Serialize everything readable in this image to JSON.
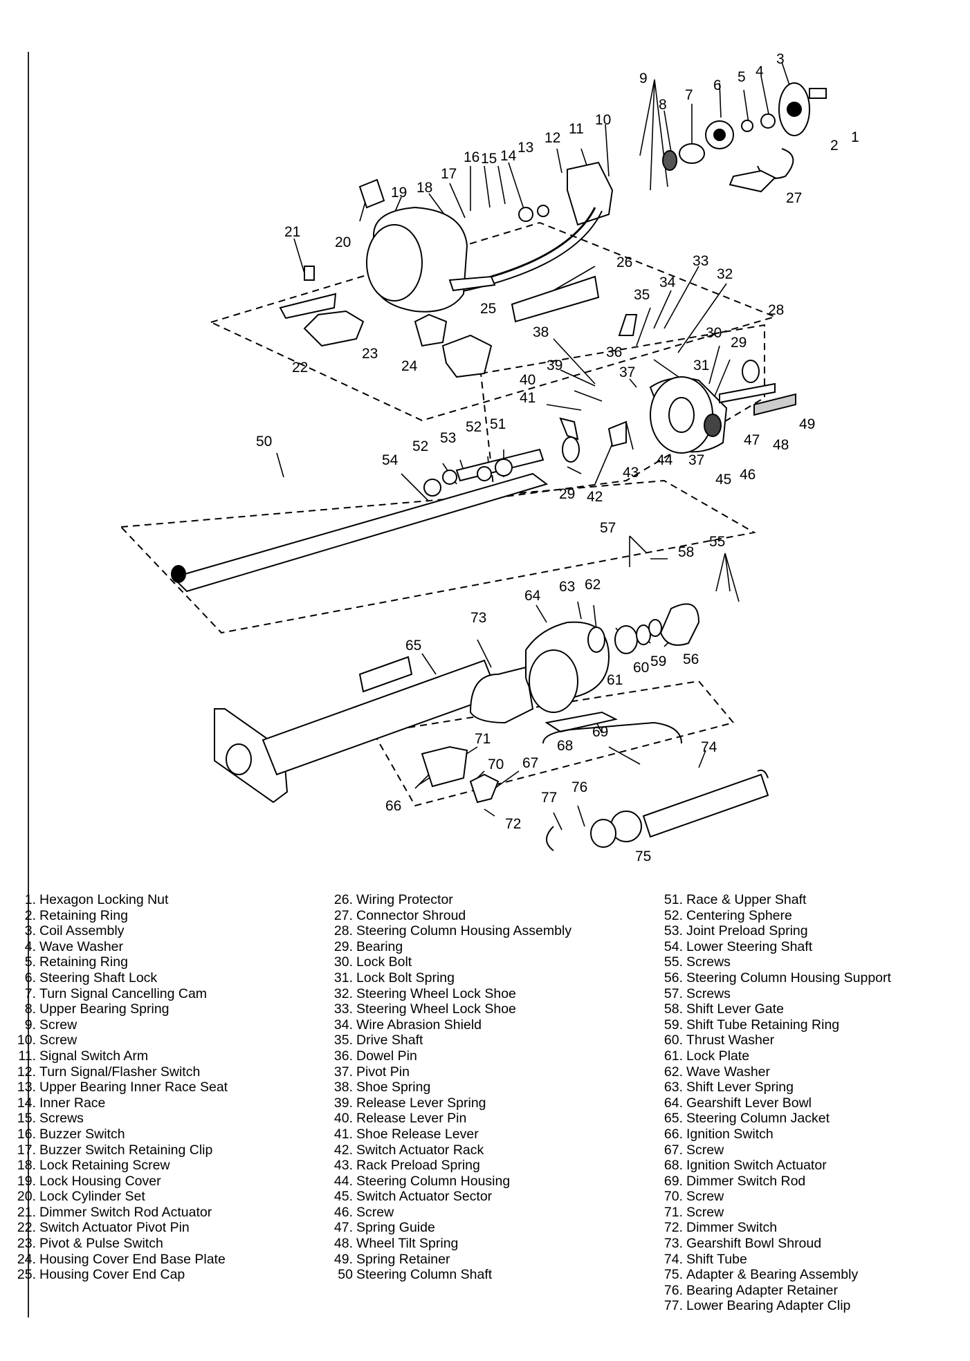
{
  "diagram": {
    "callouts": [
      "1",
      "2",
      "3",
      "4",
      "5",
      "6",
      "7",
      "8",
      "9",
      "10",
      "11",
      "12",
      "13",
      "14",
      "15",
      "16",
      "17",
      "18",
      "19",
      "20",
      "21",
      "22",
      "23",
      "24",
      "25",
      "26",
      "27",
      "28",
      "29",
      "29",
      "30",
      "31",
      "32",
      "33",
      "34",
      "35",
      "36",
      "37",
      "37",
      "38",
      "39",
      "40",
      "41",
      "42",
      "43",
      "44",
      "45",
      "46",
      "47",
      "48",
      "49",
      "50",
      "51",
      "52",
      "52",
      "53",
      "54",
      "55",
      "56",
      "57",
      "58",
      "59",
      "60",
      "61",
      "62",
      "63",
      "64",
      "65",
      "66",
      "67",
      "68",
      "69",
      "70",
      "71",
      "72",
      "73",
      "74",
      "75",
      "76",
      "77"
    ]
  },
  "legend": [
    [
      {
        "num": "1.",
        "label": "Hexagon Locking Nut"
      },
      {
        "num": "2.",
        "label": "Retaining Ring"
      },
      {
        "num": "3.",
        "label": "Coil Assembly"
      },
      {
        "num": "4.",
        "label": "Wave Washer"
      },
      {
        "num": "5.",
        "label": "Retaining Ring"
      },
      {
        "num": "6.",
        "label": "Steering Shaft Lock"
      },
      {
        "num": "7.",
        "label": "Turn Signal Cancelling Cam"
      },
      {
        "num": "8.",
        "label": "Upper Bearing Spring"
      },
      {
        "num": "9.",
        "label": "Screw"
      },
      {
        "num": "10.",
        "label": "Screw"
      },
      {
        "num": "11.",
        "label": "Signal Switch Arm"
      },
      {
        "num": "12.",
        "label": "Turn Signal/Flasher Switch"
      },
      {
        "num": "13.",
        "label": "Upper Bearing Inner Race Seat"
      },
      {
        "num": "14.",
        "label": "Inner Race"
      },
      {
        "num": "15.",
        "label": "Screws"
      },
      {
        "num": "16.",
        "label": "Buzzer Switch"
      },
      {
        "num": "17.",
        "label": "Buzzer Switch Retaining Clip"
      },
      {
        "num": "18.",
        "label": "Lock Retaining Screw"
      },
      {
        "num": "19.",
        "label": "Lock Housing Cover"
      },
      {
        "num": "20.",
        "label": "Lock Cylinder Set"
      },
      {
        "num": "21.",
        "label": "Dimmer Switch Rod Actuator"
      },
      {
        "num": "22.",
        "label": "Switch Actuator Pivot Pin"
      },
      {
        "num": "23.",
        "label": "Pivot & Pulse Switch"
      },
      {
        "num": "24.",
        "label": "Housing Cover End Base Plate"
      },
      {
        "num": "25.",
        "label": "Housing Cover End Cap"
      }
    ],
    [
      {
        "num": "26.",
        "label": "Wiring Protector"
      },
      {
        "num": "27.",
        "label": "Connector Shroud"
      },
      {
        "num": "28.",
        "label": "Steering Column Housing Assembly"
      },
      {
        "num": "29.",
        "label": "Bearing"
      },
      {
        "num": "30.",
        "label": "Lock Bolt"
      },
      {
        "num": "31.",
        "label": "Lock Bolt Spring"
      },
      {
        "num": "32.",
        "label": "Steering Wheel Lock Shoe"
      },
      {
        "num": "33.",
        "label": "Steering Wheel Lock Shoe"
      },
      {
        "num": "34.",
        "label": "Wire Abrasion Shield"
      },
      {
        "num": "35.",
        "label": "Drive Shaft"
      },
      {
        "num": "36.",
        "label": "Dowel Pin"
      },
      {
        "num": "37.",
        "label": "Pivot Pin"
      },
      {
        "num": "38.",
        "label": "Shoe Spring"
      },
      {
        "num": "39.",
        "label": "Release Lever Spring"
      },
      {
        "num": "40.",
        "label": "Release Lever Pin"
      },
      {
        "num": "41.",
        "label": "Shoe Release Lever"
      },
      {
        "num": "42.",
        "label": "Switch Actuator Rack"
      },
      {
        "num": "43.",
        "label": "Rack Preload Spring"
      },
      {
        "num": "44.",
        "label": "Steering Column Housing"
      },
      {
        "num": "45.",
        "label": "Switch Actuator Sector"
      },
      {
        "num": "46.",
        "label": "Screw"
      },
      {
        "num": "47.",
        "label": "Spring Guide"
      },
      {
        "num": "48.",
        "label": "Wheel Tilt Spring"
      },
      {
        "num": "49.",
        "label": "Spring Retainer"
      },
      {
        "num": "50",
        "label": "Steering Column Shaft"
      }
    ],
    [
      {
        "num": "51.",
        "label": "Race & Upper Shaft"
      },
      {
        "num": "52.",
        "label": "Centering Sphere"
      },
      {
        "num": "53.",
        "label": "Joint Preload Spring"
      },
      {
        "num": "54.",
        "label": "Lower Steering Shaft"
      },
      {
        "num": "55.",
        "label": "Screws"
      },
      {
        "num": "56.",
        "label": "Steering Column Housing Support"
      },
      {
        "num": "57.",
        "label": "Screws"
      },
      {
        "num": "58.",
        "label": "Shift Lever Gate"
      },
      {
        "num": "59.",
        "label": "Shift Tube Retaining Ring"
      },
      {
        "num": "60.",
        "label": "Thrust Washer"
      },
      {
        "num": "61.",
        "label": "Lock Plate"
      },
      {
        "num": "62.",
        "label": "Wave Washer"
      },
      {
        "num": "63.",
        "label": "Shift Lever Spring"
      },
      {
        "num": "64.",
        "label": "Gearshift Lever Bowl"
      },
      {
        "num": "65.",
        "label": "Steering Column Jacket"
      },
      {
        "num": "66.",
        "label": "Ignition Switch"
      },
      {
        "num": "67.",
        "label": "Screw"
      },
      {
        "num": "68.",
        "label": "Ignition Switch Actuator"
      },
      {
        "num": "69.",
        "label": "Dimmer Switch Rod"
      },
      {
        "num": "70.",
        "label": "Screw"
      },
      {
        "num": "71.",
        "label": "Screw"
      },
      {
        "num": "72.",
        "label": "Dimmer Switch"
      },
      {
        "num": "73.",
        "label": "Gearshift Bowl Shroud"
      },
      {
        "num": "74.",
        "label": "Shift Tube"
      },
      {
        "num": "75.",
        "label": "Adapter & Bearing Assembly"
      },
      {
        "num": "76.",
        "label": "Bearing Adapter Retainer"
      },
      {
        "num": "77.",
        "label": "Lower Bearing Adapter Clip"
      }
    ]
  ]
}
